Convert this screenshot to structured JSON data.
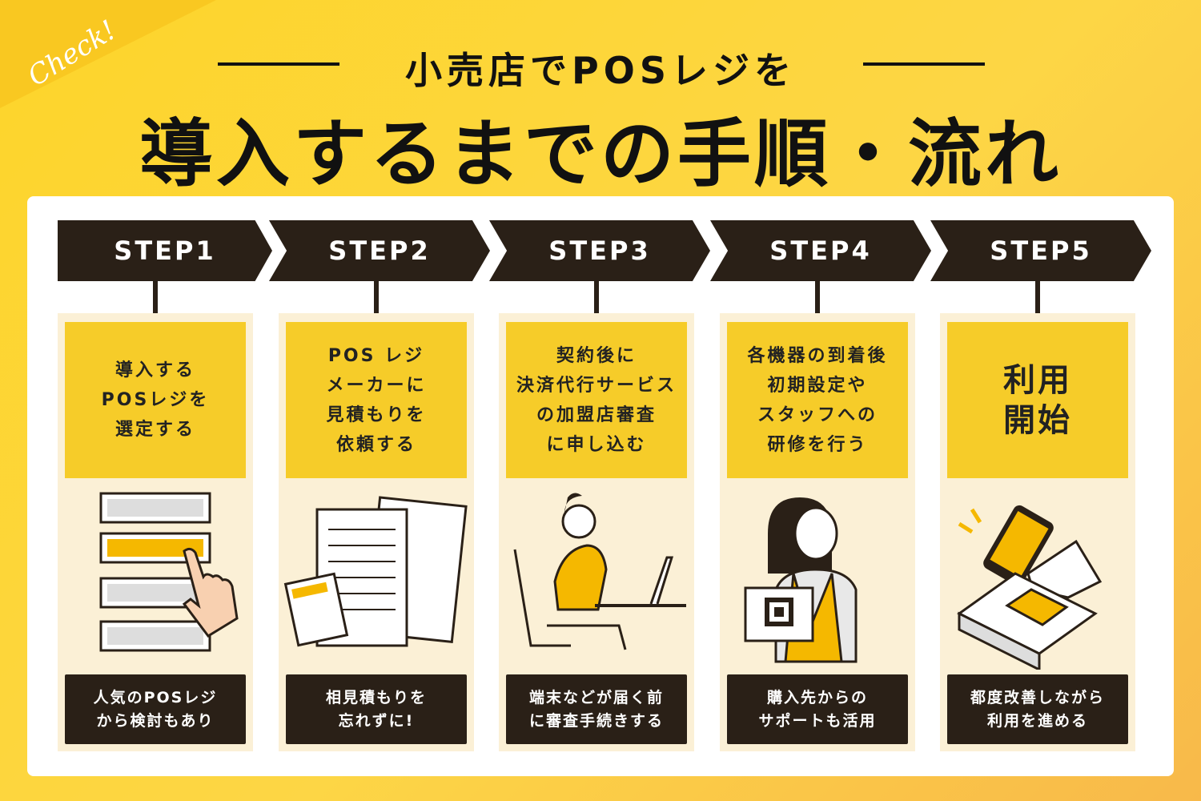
{
  "badge": "Check!",
  "subtitle": "小売店でPOSレジを",
  "title": "導入するまでの手順・流れ",
  "colors": {
    "accent": "#f6cc29",
    "dark": "#2a2017",
    "card": "#fbf0d6"
  },
  "steps": [
    {
      "label": "STEP1",
      "lines": [
        "導入する",
        "POSレジを",
        "選定する"
      ],
      "tip": [
        "人気のPOSレジ",
        "から検討もあり"
      ],
      "icon": "selection-list-icon"
    },
    {
      "label": "STEP2",
      "lines": [
        "POS レジ",
        "メーカーに",
        "見積もりを",
        "依頼する"
      ],
      "tip": [
        "相見積もりを",
        "忘れずに!"
      ],
      "icon": "document-calculator-icon"
    },
    {
      "label": "STEP3",
      "lines": [
        "契約後に",
        "決済代行サービス",
        "の加盟店審査",
        "に申し込む"
      ],
      "tip": [
        "端末などが届く前",
        "に審査手続きする"
      ],
      "icon": "woman-laptop-icon"
    },
    {
      "label": "STEP4",
      "lines": [
        "各機器の到着後",
        "初期設定や",
        "スタッフへの",
        "研修を行う"
      ],
      "tip": [
        "購入先からの",
        "サポートも活用"
      ],
      "icon": "staff-qr-icon"
    },
    {
      "label": "STEP5",
      "lines": [
        "利用",
        "開始"
      ],
      "tip": [
        "都度改善しながら",
        "利用を進める"
      ],
      "icon": "smartphone-payment-icon"
    }
  ]
}
